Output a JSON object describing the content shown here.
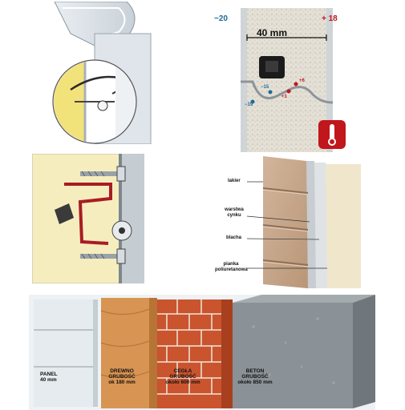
{
  "thermal": {
    "outside_temp": "−20",
    "inside_temp": "+ 18",
    "thickness": "40 mm",
    "points": [
      "−15",
      "−19",
      "+1",
      "+6"
    ]
  },
  "layers": {
    "items": [
      "lakier",
      "warstwa cynku",
      "blacha",
      "pianka poliuretanowa"
    ]
  },
  "comparison": {
    "items": [
      {
        "title": "PANEL",
        "sub": "",
        "value": "40 mm"
      },
      {
        "title": "DREWNO",
        "sub": "GRUBOŚĆ",
        "value": "ok 180 mm"
      },
      {
        "title": "CEGŁA",
        "sub": "GRUBOŚĆ",
        "value": "około 600 mm"
      },
      {
        "title": "BETON",
        "sub": "GRUBOŚĆ",
        "value": "około 850 mm"
      }
    ]
  },
  "colors": {
    "foam": "#f2e27a",
    "outside_blue": "#1f6a9a",
    "inside_red": "#c0161c",
    "wood": "#d89452",
    "brick": "#c9542e",
    "concrete": "#8a9297"
  }
}
